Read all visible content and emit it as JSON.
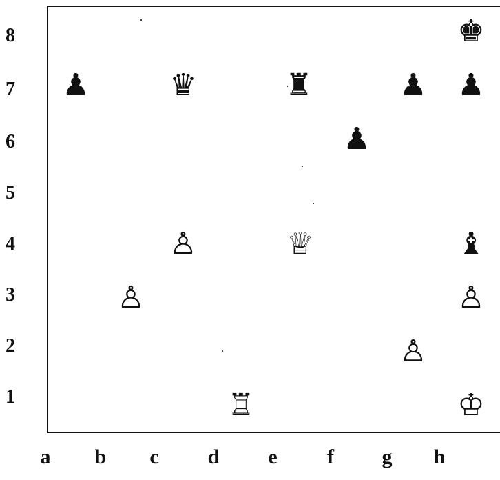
{
  "board": {
    "rank_labels": [
      "8",
      "7",
      "6",
      "5",
      "4",
      "3",
      "2",
      "1"
    ],
    "file_labels": [
      "a",
      "b",
      "c",
      "d",
      "e",
      "f",
      "g",
      "h"
    ]
  },
  "pieces": [
    {
      "name": "black-king-h8",
      "square": "h8",
      "glyph": "♚",
      "color": "black",
      "type": "king"
    },
    {
      "name": "black-pawn-a7",
      "square": "a7",
      "glyph": "♟",
      "color": "black",
      "type": "pawn"
    },
    {
      "name": "black-queen-c7",
      "square": "c7",
      "glyph": "♛",
      "color": "black",
      "type": "queen"
    },
    {
      "name": "black-rook-e7",
      "square": "e7",
      "glyph": "♜",
      "color": "black",
      "type": "rook"
    },
    {
      "name": "black-pawn-g7",
      "square": "g7",
      "glyph": "♟",
      "color": "black",
      "type": "pawn"
    },
    {
      "name": "black-pawn-h7",
      "square": "h7",
      "glyph": "♟",
      "color": "black",
      "type": "pawn"
    },
    {
      "name": "black-pawn-f6",
      "square": "f6",
      "glyph": "♟",
      "color": "black",
      "type": "pawn"
    },
    {
      "name": "white-pawn-c4",
      "square": "c4",
      "glyph": "♙",
      "color": "white",
      "type": "pawn"
    },
    {
      "name": "white-queen-e4",
      "square": "e4",
      "glyph": "♕",
      "color": "white",
      "type": "queen"
    },
    {
      "name": "black-bishop-h4",
      "square": "h4",
      "glyph": "♝",
      "color": "black",
      "type": "bishop"
    },
    {
      "name": "white-pawn-b3",
      "square": "b3",
      "glyph": "♙",
      "color": "white",
      "type": "pawn"
    },
    {
      "name": "white-pawn-h3",
      "square": "h3",
      "glyph": "♙",
      "color": "white",
      "type": "pawn"
    },
    {
      "name": "white-pawn-g2",
      "square": "g2",
      "glyph": "♙",
      "color": "white",
      "type": "pawn"
    },
    {
      "name": "white-rook-d1",
      "square": "d1",
      "glyph": "♖",
      "color": "white",
      "type": "rook"
    },
    {
      "name": "white-king-h1",
      "square": "h1",
      "glyph": "♔",
      "color": "white",
      "type": "king"
    }
  ]
}
